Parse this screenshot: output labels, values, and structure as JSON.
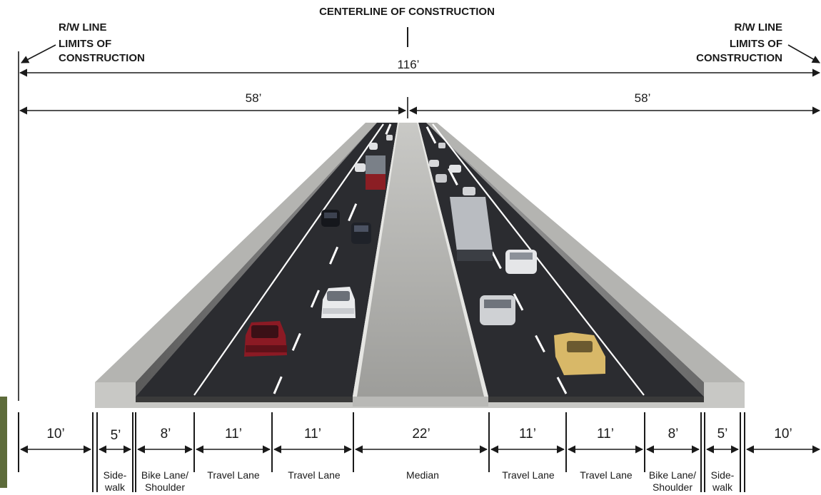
{
  "header": {
    "centerline_label": "CENTERLINE OF CONSTRUCTION",
    "left_rw_line": "R/W LINE",
    "left_limits_1": "LIMITS OF",
    "left_limits_2": "CONSTRUCTION",
    "right_rw_line": "R/W LINE",
    "right_limits_1": "LIMITS OF",
    "right_limits_2": "CONSTRUCTION"
  },
  "overall": {
    "total_width": "116’",
    "left_half": "58’",
    "right_half": "58’"
  },
  "segments": [
    {
      "dim": "10’",
      "label": ""
    },
    {
      "dim": "5’",
      "label": "Side-",
      "label2": "walk"
    },
    {
      "dim": "8’",
      "label": "Bike Lane/",
      "label2": "Shoulder"
    },
    {
      "dim": "11’",
      "label": "Travel Lane"
    },
    {
      "dim": "11’",
      "label": "Travel Lane"
    },
    {
      "dim": "22’",
      "label": "Median"
    },
    {
      "dim": "11’",
      "label": "Travel Lane"
    },
    {
      "dim": "11’",
      "label": "Travel Lane"
    },
    {
      "dim": "8’",
      "label": "Bike Lane/",
      "label2": "Shoulder"
    },
    {
      "dim": "5’",
      "label": "Side-",
      "label2": "walk"
    },
    {
      "dim": "10’",
      "label": ""
    }
  ],
  "colors": {
    "asphalt": "#2b2c30",
    "median": "#a9a9a6",
    "curb": "#8c8c8c",
    "sidewalk": "#b5b5b2",
    "lane_marking": "#ffffff"
  }
}
